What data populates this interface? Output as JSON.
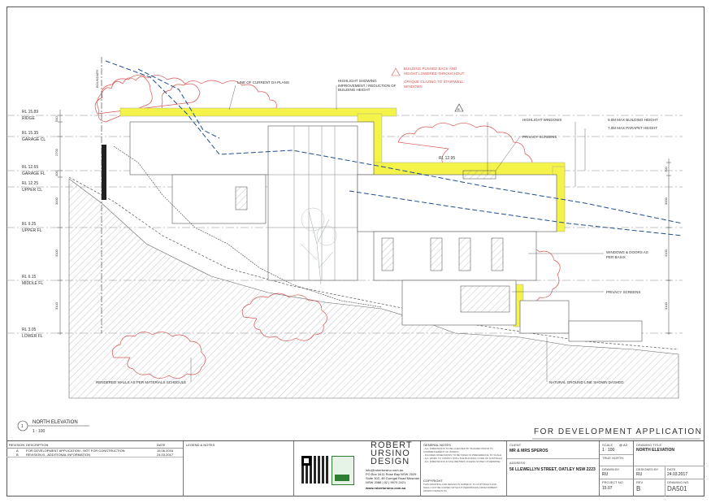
{
  "drawing": {
    "status_banner": "FOR DEVELOPMENT APPLICATION",
    "view_title": "NORTH ELEVATION",
    "view_scale": "1 : 100",
    "view_number": "1",
    "boundary_label": "BOUNDARY",
    "levels": [
      {
        "rl": "RL 15.89",
        "name": "RIDGE"
      },
      {
        "rl": "RL 15.35",
        "name": "GARAGE CL"
      },
      {
        "rl": "RL 12.65",
        "name": "GARAGE FL"
      },
      {
        "rl": "RL 12.25",
        "name": "UPPER CL"
      },
      {
        "rl": "RL 9.25",
        "name": "UPPER FL"
      },
      {
        "rl": "RL 6.15",
        "name": "MIDDLE FL"
      },
      {
        "rl": "RL 3.05",
        "name": "LOWER FL"
      }
    ],
    "left_dims": [
      "540",
      "2700",
      "400",
      "3000",
      "3100",
      "3100"
    ],
    "right_dims": [
      "700",
      "3000",
      "3100",
      "3100"
    ],
    "rl_note": "RL 12.95",
    "annotations": {
      "line_current_plans": "LINE OF CURRENT DA PLANS",
      "highlight_showing": "HIGHLIGHT SHOWING IMPROVEMENT / REDUCTION OF BUILDING HEIGHT",
      "building_pushed": "BUILDING PUSHED BACK AND HEIGHT LOWERED THROUGHOUT",
      "opaque_glazing": "OPAQUE GLAZING TO STAIRWELL WINDOWS",
      "highlight_windows": "HIGHLIGHT WINDOWS",
      "privacy_screens_top": "PRIVACY SCREENS",
      "max_height": "9.0M MAX BUILDING HEIGHT",
      "parapet_height": "7.0M MAX PARAPET HEIGHT",
      "windows_doors": "WINDOWS & DOORS AS PER BASIX",
      "privacy_screens_bottom": "PRIVACY SCREENS",
      "rendered_walls": "RENDERED WALLS AS PER MATERIALS SCHEDULE",
      "natural_ground": "NATURAL GROUND LINE SHOWN DASHED",
      "revision_marker": "B"
    }
  },
  "title_block": {
    "revision_headers": {
      "rev": "REVISION",
      "desc": "DESCRIPTION",
      "date": "DATE"
    },
    "revisions": [
      {
        "rev": "A",
        "desc": "FOR DEVELOPMENT APPLICATION - NOT FOR CONSTRUCTION",
        "date": "15.06.2016"
      },
      {
        "rev": "B",
        "desc": "REVISION B - ADDITIONAL INFORMATION",
        "date": "24.03.2017"
      }
    ],
    "legend_header": "LEGEND & NOTES",
    "firm_name_1": "ROBERT",
    "firm_name_2": "URSINO",
    "firm_name_3": "DESIGN",
    "firm_contact": [
      "info@robertursino.com.au",
      "PO Box 3411 Rose Bay NSW 2029",
      "Suite 302, 46 Gurrigal Road Mosman",
      "NSW 2088  |  02  |  9970 2421"
    ],
    "firm_web": "www.robertursino.com.au",
    "general_notes_header": "GENERAL NOTES",
    "general_notes": [
      "- ALL DIMENSIONS TO BE CHECKED BY BUILDER PRIOR TO COMMENCEMENT OF WORKS",
      "- FIGURED DIMENSIONS TO BE TAKEN IN PREFERENCE TO SCALE",
      "- ALL WORK TO COMPLY WITH THE BUILDING CODE OF AUSTRALIA",
      "- ALL DIMENSIONS IN MILLIMETRES UNLESS NOTED OTHERWISE"
    ],
    "copyright_header": "COPYRIGHT",
    "copyright_text": "THIS DRAWING AND DESIGN IS SUBJECT TO COPYRIGHT AND SHALL NOT BE COPIED WITHOUT PERMISSION FROM ROBERT URSINO DESIGN P/L",
    "client_label": "CLIENT",
    "client": "MR & MRS SPEROS",
    "address_label": "ADDRESS",
    "address": "56 LLEWELLYN STREET, OATLEY NSW 2223",
    "scale_label": "SCALE",
    "scale": "1 : 100",
    "sheet_size": "@ A3",
    "north_label": "TRUE NORTH",
    "drawing_title_label": "DRAWING TITLE",
    "drawing_title": "NORTH ELEVATION",
    "drawn_by_label": "DRAWN BY",
    "drawn_by": "RU",
    "designed_by_label": "DESIGNED BY",
    "designed_by": "RU",
    "date_label": "DATE",
    "date": "24.03.2017",
    "project_no_label": "PROJECT NO",
    "project_no": "15.07",
    "rev_label": "REV",
    "rev": "B",
    "drawing_no_label": "DRAWING NO.",
    "drawing_no": "DA501"
  },
  "colors": {
    "revision_cloud": "#d9534f",
    "highlight": "#f3f34a",
    "current_line": "#1f4e8c",
    "ground_hatch": "#999999"
  }
}
